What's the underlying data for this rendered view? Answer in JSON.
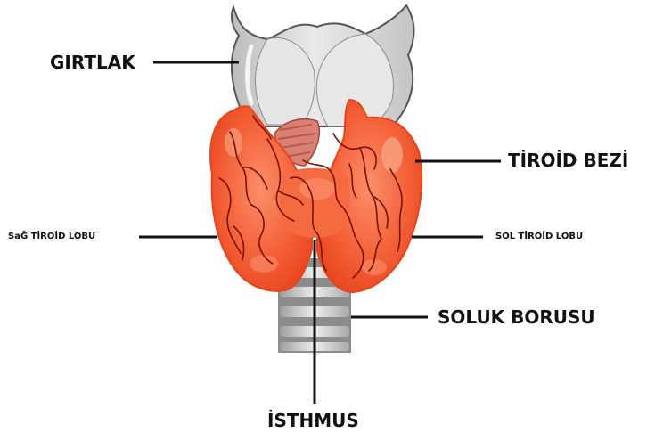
{
  "labels": {
    "larynx": "GIRTLAK",
    "thyroid_gland": "TİROİD BEZİ",
    "right_lobe": "SaĞ TİROİD LOBU",
    "left_lobe": "SOL TİROİD LOBU",
    "trachea": "SOLUK BORUSU",
    "isthmus": "İSTHMUS"
  },
  "colors": {
    "gland": "#f25a2e",
    "gland_highlight": "#f88a62",
    "gland_outline": "#e8441c",
    "vessel": "#7a1206",
    "cartilage": "#d4d4d4",
    "cartilage_light": "#ececec",
    "cartilage_outline": "#555555",
    "leader_line": "#111111",
    "text": "#111111"
  }
}
